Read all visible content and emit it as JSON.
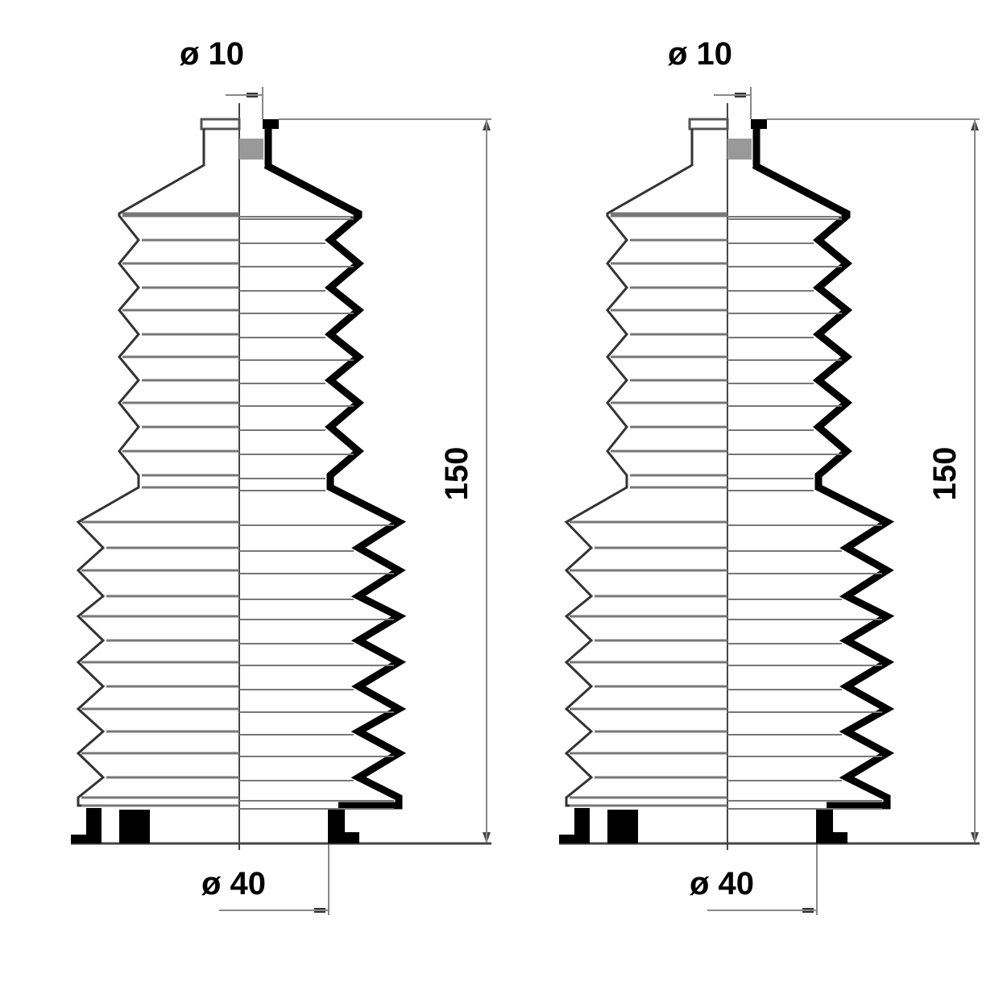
{
  "drawings": [
    {
      "top_diameter": "ø 10",
      "bottom_diameter": "ø 40",
      "length": "150"
    },
    {
      "top_diameter": "ø 10",
      "bottom_diameter": "ø 40",
      "length": "150"
    }
  ],
  "colors": {
    "outline": "#000000",
    "section_line": "#777777",
    "dimension_line": "#888888"
  }
}
